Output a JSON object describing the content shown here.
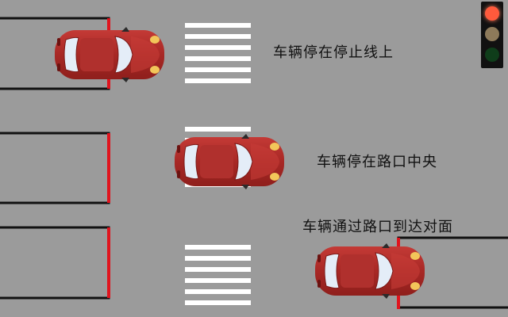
{
  "captions": {
    "stop_line": "车辆停在停止线上",
    "intersection_center": "车辆停在路口中央",
    "cross_through": "车辆通过路口到达对面"
  },
  "colors": {
    "road": "#9b9b9b",
    "car_body": "#b8302e",
    "stop_line": "#e0141e",
    "lane_line": "#111111",
    "crosswalk": "#ffffff",
    "light_red": "#ff5a3c",
    "light_yellow": "#8d7a5a",
    "light_green": "#0f3d1a"
  },
  "traffic_light": {
    "active": "red"
  }
}
